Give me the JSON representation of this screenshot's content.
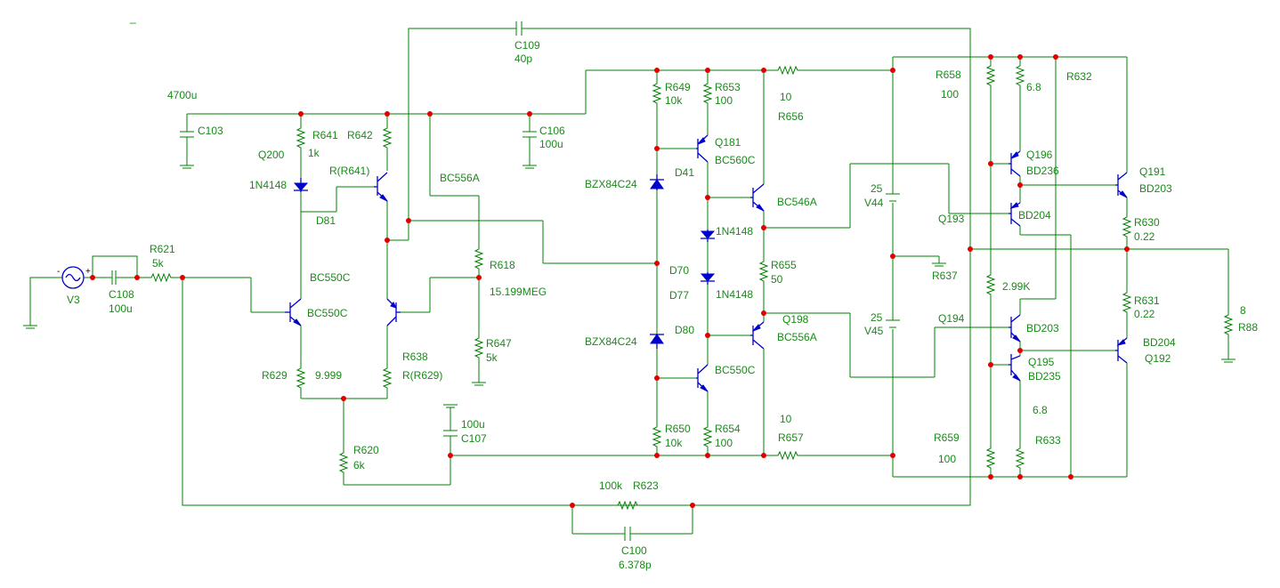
{
  "window": {
    "minimize_glyph": "_"
  },
  "labels": {
    "C109": "C109",
    "C109_val": "40p",
    "C103_val": "4700u",
    "C103": "C103",
    "R641": "R641",
    "R641_val": "1k",
    "R642": "R642",
    "R642_val": "R(R641)",
    "Q200": "Q200",
    "D81_type": "1N4148",
    "D81": "D81",
    "BC556A_top": "BC556A",
    "C106": "C106",
    "C106_val": "100u",
    "R649": "R649",
    "R649_val": "10k",
    "R653": "R653",
    "R653_val": "100",
    "Q181": "Q181",
    "Q181_type": "BC560C",
    "R656_val": "10",
    "R656": "R656",
    "R658": "R658",
    "R658_val": "100",
    "R632": "R632",
    "R632_val": "6.8",
    "Q196": "Q196",
    "Q196_type": "BD236",
    "Q191": "Q191",
    "Q191_type": "BD203",
    "D41": "D41",
    "Zener1_type": "BZX84C24",
    "BC546A": "BC546A",
    "V44_val": "25",
    "V44": "V44",
    "Q193": "Q193",
    "Q193_type": "BD204",
    "R630": "R630",
    "R630_val": "0.22",
    "R621": "R621",
    "R621_val": "5k",
    "V3": "V3",
    "C108": "C108",
    "C108_val": "100u",
    "D70_type": "1N4148",
    "D70": "D70",
    "D77": "D77",
    "D77_type": "1N4148",
    "R618": "R618",
    "R618_val": "15.199MEG",
    "R655": "R655",
    "R655_val": "50",
    "R637": "R637",
    "BC550C_top": "BC550C",
    "BC550C_q": "BC550C",
    "R631": "R631",
    "R631_val": "0.22",
    "R88_val": "8",
    "R88": "R88",
    "Q198": "Q198",
    "Q198_type": "BC556A",
    "V45_val": "25",
    "V45": "V45",
    "Q194": "Q194",
    "Q194_type": "BD203",
    "R2_99": "2.99K",
    "Zener2_type": "BZX84C24",
    "D80": "D80",
    "R647": "R647",
    "R647_val": "5k",
    "R638": "R638",
    "R638_val": "R(R629)",
    "R629": "R629",
    "R629_val": "9.999",
    "BC550C_bot": "BC550C",
    "Q195": "Q195",
    "Q195_type": "BD235",
    "Q192_type": "BD204",
    "Q192": "Q192",
    "C107_val": "100u",
    "C107": "C107",
    "R633_val": "6.8",
    "R633": "R633",
    "R657_val": "10",
    "R657": "R657",
    "R650": "R650",
    "R650_val": "10k",
    "R654": "R654",
    "R654_val": "100",
    "R659": "R659",
    "R659_val": "100",
    "R620": "R620",
    "R620_val": "6k",
    "R623_val": "100k",
    "R623": "R623",
    "C100": "C100",
    "C100_val": "6.378p"
  }
}
